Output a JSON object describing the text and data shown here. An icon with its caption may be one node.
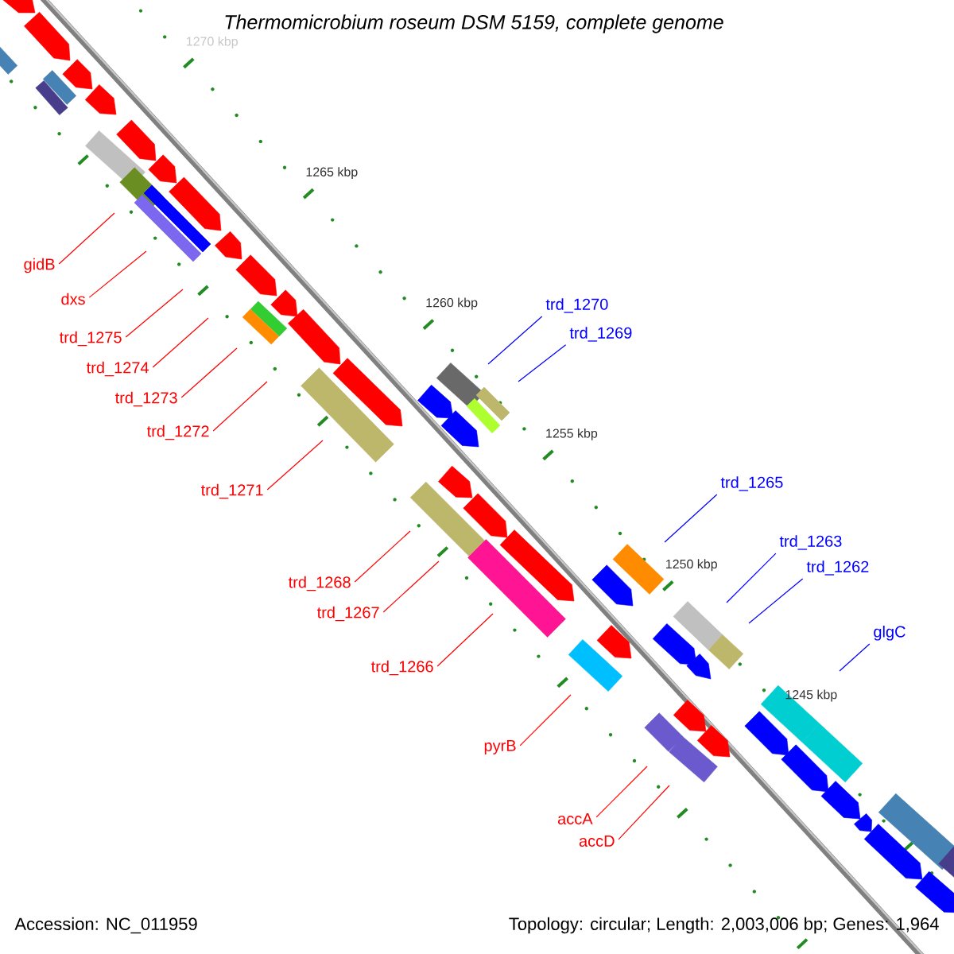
{
  "diagram": {
    "title": "*Thermomicrobium roseum DSM 5159, complete genome*",
    "nodes": [
      {
        "text": [
          "gidB"
        ]
      },
      {
        "text": [
          "dxs"
        ]
      },
      {
        "text": [
          "trd_1270"
        ]
      },
      {
        "text": [
          "trd_1269"
        ]
      },
      {
        "text": [
          "trd_1275"
        ]
      },
      {
        "text": [
          "trd_1274"
        ]
      },
      {
        "text": [
          "trd_1273"
        ]
      },
      {
        "text": [
          "trd_1272"
        ]
      },
      {
        "text": [
          "trd_1265"
        ]
      },
      {
        "text": [
          "trd_1271"
        ]
      },
      {
        "text": [
          "trd_1263"
        ]
      },
      {
        "text": [
          "trd_1262"
        ]
      },
      {
        "text": [
          "trd_1268"
        ]
      },
      {
        "text": [
          "trd_1267"
        ]
      },
      {
        "text": [
          "glgC"
        ]
      },
      {
        "text": [
          "trd_1266"
        ]
      },
      {
        "text": [
          "pyrB"
        ]
      },
      {
        "text": [
          "accA"
        ]
      },
      {
        "text": [
          "accD"
        ]
      }
    ],
    "edges": [
      {
        "from": 0,
        "to": null,
        "arrow": "none"
      },
      {
        "from": 1,
        "to": null,
        "arrow": "none"
      },
      {
        "from": 2,
        "to": null,
        "arrow": "none",
        "color": "#0000ff"
      },
      {
        "from": 3,
        "to": null,
        "arrow": "none",
        "color": "#0000ff"
      },
      {
        "from": 4,
        "to": null,
        "arrow": "none"
      },
      {
        "from": 5,
        "to": null,
        "arrow": "none"
      },
      {
        "from": 6,
        "to": null,
        "arrow": "none"
      },
      {
        "from": 7,
        "to": null,
        "arrow": "none"
      },
      {
        "from": 8,
        "to": null,
        "arrow": "none",
        "color": "#0000ff"
      },
      {
        "from": 9,
        "to": null,
        "arrow": "none"
      },
      {
        "from": 10,
        "to": null,
        "arrow": "none",
        "color": "#0000ff"
      },
      {
        "from": 11,
        "to": null,
        "arrow": "none",
        "color": "#0000ff"
      },
      {
        "from": 12,
        "to": null,
        "arrow": "none"
      },
      {
        "from": 13,
        "to": null,
        "arrow": "none"
      },
      {
        "from": 14,
        "to": null,
        "arrow": "none",
        "color": "#0000ff"
      },
      {
        "from": 15,
        "to": null,
        "arrow": "none"
      },
      {
        "from": 16,
        "to": null,
        "arrow": "none"
      },
      {
        "from": 17,
        "to": null,
        "arrow": "none"
      },
      {
        "from": 18,
        "to": null,
        "arrow": "none"
      }
    ],
    "labels": [
      "1270 kbp",
      "1265 kbp",
      "1260 kbp",
      "1255 kbp",
      "1250 kbp",
      "1245 kbp",
      "Accession: NC_011959",
      "Topology: circular; Length: 2,003,006 bp; Genes: 1,964"
    ]
  }
}
